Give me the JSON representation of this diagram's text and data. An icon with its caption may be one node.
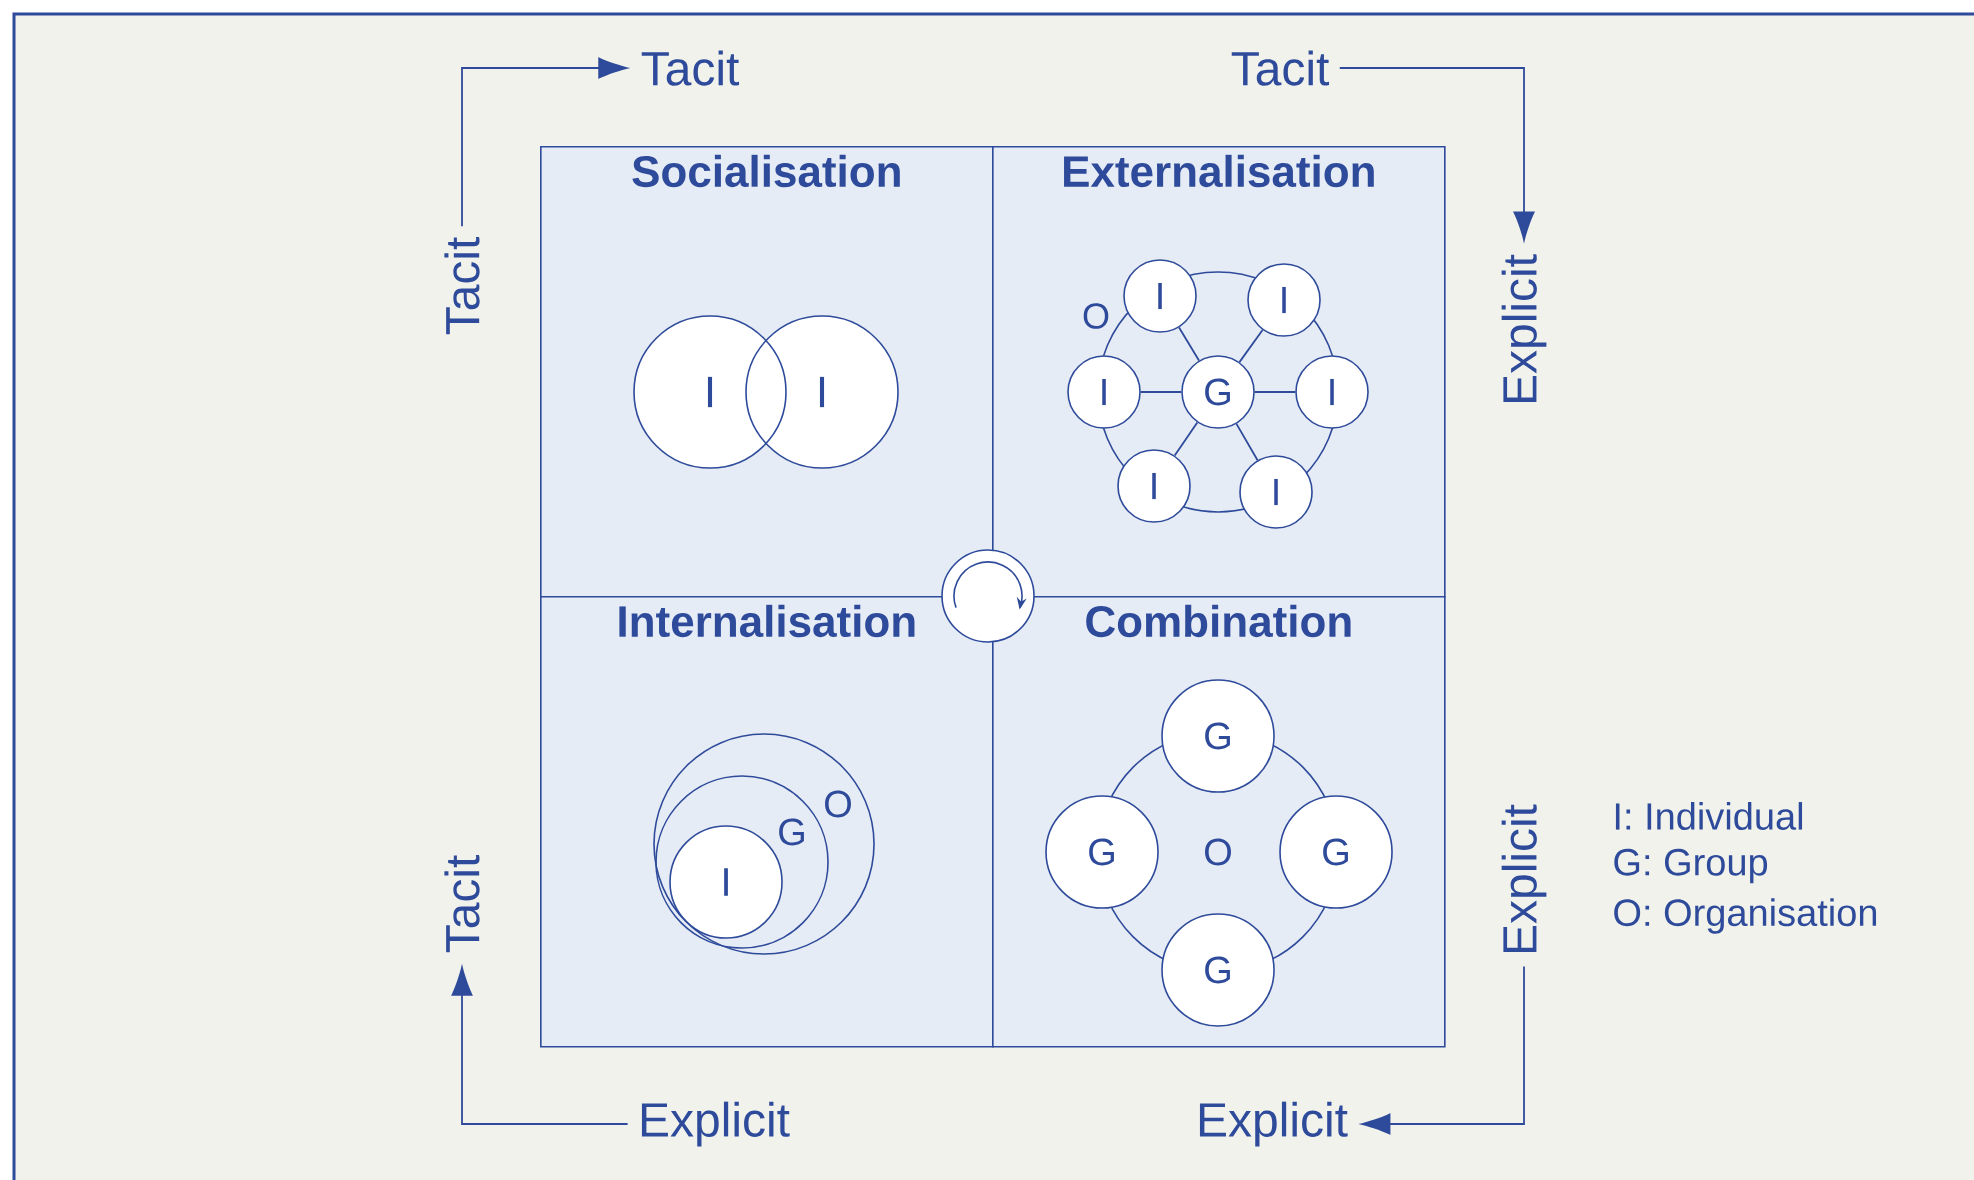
{
  "diagram": {
    "nodes": [
      {
        "text": [
          "Tacit"
        ]
      },
      {
        "text": [
          "Tacit"
        ]
      },
      {
        "text": [
          "Tacit"
        ]
      },
      {
        "text": [
          "Explicit"
        ]
      },
      {
        "text": [
          "Socialisation"
        ]
      },
      {
        "text": [
          "I"
        ],
        "in": 4
      },
      {
        "text": [
          "I"
        ],
        "in": 4
      },
      {
        "text": [
          "Externalisation"
        ]
      },
      {
        "text": [
          "O"
        ],
        "in": 7
      },
      {
        "text": [
          "I"
        ],
        "in": 7
      },
      {
        "text": [
          "I"
        ],
        "in": 7
      },
      {
        "text": [
          "I"
        ],
        "in": 7
      },
      {
        "text": [
          "G"
        ],
        "in": 8
      },
      {
        "text": [
          "I"
        ],
        "in": 7
      },
      {
        "text": [
          "I"
        ],
        "in": 7
      },
      {
        "text": [
          "I"
        ],
        "in": 7
      },
      {
        "text": [
          "Internalisation"
        ]
      },
      {
        "text": [
          "O"
        ],
        "in": 16
      },
      {
        "text": [
          "G"
        ],
        "in": 17
      },
      {
        "text": [
          "I"
        ],
        "in": 18
      },
      {
        "text": [
          "Combination"
        ]
      },
      {
        "text": [
          "O"
        ],
        "in": 20
      },
      {
        "text": [
          "G"
        ],
        "in": 20
      },
      {
        "text": [
          "G"
        ],
        "in": 20
      },
      {
        "text": [
          "G"
        ],
        "in": 20
      },
      {
        "text": [
          "G"
        ],
        "in": 20
      },
      {
        "text": [
          "Tacit"
        ]
      },
      {
        "text": [
          "Explicit"
        ]
      },
      {
        "text": [
          "Explicit"
        ]
      },
      {
        "text": [
          "Explicit"
        ]
      },
      {
        "text": [],
        "shape": "circle"
      }
    ],
    "edges": [
      {
        "from": 2,
        "to": 0,
        "arrow": "to"
      },
      {
        "from": 1,
        "to": 3,
        "arrow": "to"
      },
      {
        "from": 27,
        "to": 29,
        "arrow": "to"
      },
      {
        "from": 28,
        "to": 26,
        "arrow": "to"
      },
      {
        "from": 12,
        "to": 9,
        "arrow": "none"
      },
      {
        "from": 12,
        "to": 10,
        "arrow": "none"
      },
      {
        "from": 12,
        "to": 11,
        "arrow": "none"
      },
      {
        "from": 12,
        "to": 13,
        "arrow": "none"
      },
      {
        "from": 12,
        "to": 14,
        "arrow": "none"
      },
      {
        "from": 12,
        "to": 15,
        "arrow": "none"
      }
    ],
    "labels": [
      "I: Individual",
      "G: Group",
      "O: Organisation"
    ]
  }
}
